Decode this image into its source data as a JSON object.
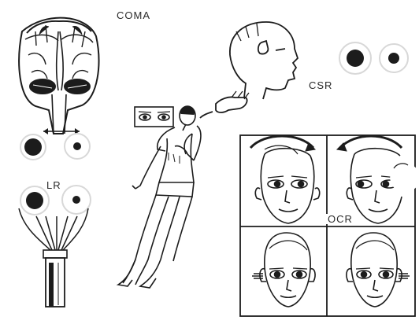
{
  "labels": {
    "coma": "COMA",
    "csr": "CSR",
    "lr": "LR",
    "ocr": "OCR"
  },
  "colors": {
    "ink": "#1c1c1c",
    "paper": "#ffffff",
    "pupil_ring": "#d8d8d8"
  }
}
